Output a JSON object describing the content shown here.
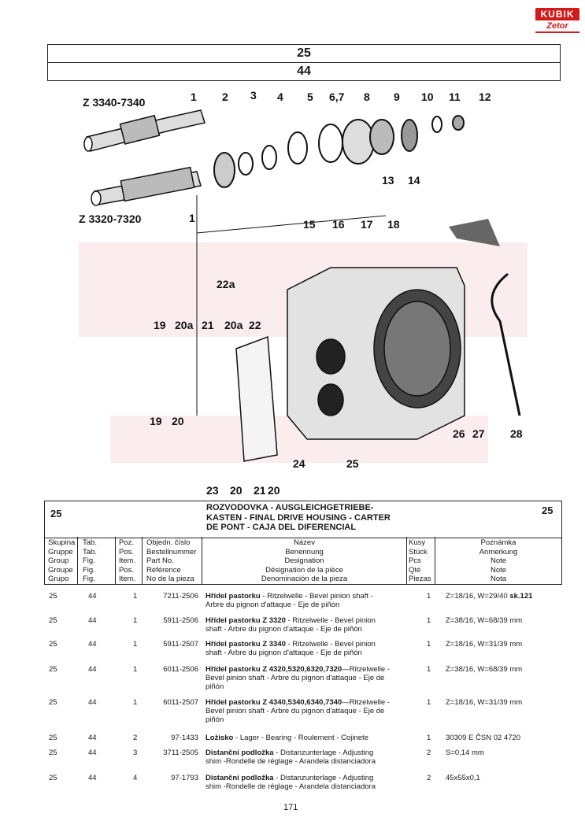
{
  "logo": {
    "top": "KUBIK",
    "bottom": "Zetor"
  },
  "header": {
    "group": "25",
    "table": "44"
  },
  "diagram": {
    "model_top": "Z 3340-7340",
    "model_bottom": "Z 3320-7320",
    "callouts": [
      "1",
      "2",
      "3",
      "4",
      "5",
      "6,7",
      "8",
      "9",
      "10",
      "11",
      "12",
      "13",
      "14",
      "15",
      "16",
      "17",
      "18",
      "22a",
      "19",
      "20a",
      "21",
      "20a",
      "22",
      "19",
      "20",
      "24",
      "25",
      "26",
      "27",
      "28",
      "23",
      "20",
      "21",
      "20",
      "1"
    ]
  },
  "section": {
    "group_left": "25",
    "group_right": "25",
    "title_lines": [
      "ROZVODOVKA - AUSGLEICHGETRIEBE-",
      "KASTEN - FINAL DRIVE HOUSING - CARTER",
      "DE PONT - CAJA DEL DIFERENCIAL"
    ]
  },
  "columns": {
    "group": [
      "Skupina",
      "Gruppe",
      "Group",
      "Groupe",
      "Grupo"
    ],
    "table": [
      "Tab.",
      "Tab.",
      "Fig.",
      "Fig.",
      "Fig."
    ],
    "pos": [
      "Poz.",
      "Pos.",
      "Item.",
      "Pos.",
      "Item."
    ],
    "part": [
      "Objedn. číslo",
      "Bestellnummer",
      "Part No.",
      "Référence",
      "No de la pieza"
    ],
    "name": [
      "Název",
      "Benennung",
      "Designation",
      "Désignation de la pièce",
      "Denominación de la pieza"
    ],
    "qty": [
      "Kusy",
      "Stück",
      "Pcs",
      "Qté",
      "Piezas"
    ],
    "note": [
      "Poznámka",
      "Anmerkung",
      "Note",
      "Note",
      "Nota"
    ]
  },
  "rows": [
    {
      "group": "25",
      "tab": "44",
      "pos": "1",
      "part": "7211-2506",
      "name_bold": "Hřídel pastorku",
      "name": " - Ritzelwelle - Bevel pinion shaft -",
      "name2": "Arbre du pignon d'attaque - Eje de piñón",
      "name3": "",
      "qty": "1",
      "note": "Z=18/16, W=29/40",
      "note_bold": "sk.121"
    },
    {
      "group": "25",
      "tab": "44",
      "pos": "1",
      "part": "5911-2506",
      "name_bold": "Hřídel pastorku Z 3320",
      "name": " - Ritzelwelle - Bevel pinion",
      "name2": "shaft - Arbre du pignon d'attaque - Eje de piñón",
      "name3": "",
      "qty": "1",
      "note": "Z=38/16, W=68/39 mm",
      "note_bold": ""
    },
    {
      "group": "25",
      "tab": "44",
      "pos": "1",
      "part": "5911-2507",
      "name_bold": "Hřídel pastorku Z 3340",
      "name": " - Ritzelwelle - Bevel pinion",
      "name2": "shaft - Arbre du pignon d'attaque - Eje de piñón",
      "name3": "",
      "qty": "1",
      "note": "Z=18/16, W=31/39 mm",
      "note_bold": ""
    },
    {
      "group": "25",
      "tab": "44",
      "pos": "1",
      "part": "6011-2506",
      "name_bold": "Hřídel pastorku Z 4320,5320,6320,7320",
      "name": "—Ritzelwelle -",
      "name2": "Bevel pinion shaft - Arbre du pignon d'attaque - Eje de",
      "name3": "piñón",
      "qty": "1",
      "note": "Z=38/16, W=68/39 mm",
      "note_bold": ""
    },
    {
      "group": "25",
      "tab": "44",
      "pos": "1",
      "part": "6011-2507",
      "name_bold": "Hřídel pastorku Z 4340,5340,6340,7340",
      "name": "—Ritzelwelle -",
      "name2": "Bevel pinion shaft - Arbre du pignon d'attaque - Eje de",
      "name3": "piñón",
      "qty": "1",
      "note": "Z=18/16, W=31/39 mm",
      "note_bold": ""
    },
    {
      "group": "25",
      "tab": "44",
      "pos": "2",
      "part": "97-1433",
      "name_bold": "Ložisko",
      "name": " - Lager - Bearing - Roulement - Cojinete",
      "name2": "",
      "name3": "",
      "qty": "1",
      "note": "30309 E ČSN 02 4720",
      "note_bold": ""
    },
    {
      "group": "25",
      "tab": "44",
      "pos": "3",
      "part": "3711-2505",
      "name_bold": "Distanční podložka",
      "name": " - Distanzunterlage - Adjusting",
      "name2": "shim -Rondelle de réglage - Arandela distanciadora",
      "name3": "",
      "qty": "2",
      "note": "S=0,14 mm",
      "note_bold": ""
    },
    {
      "group": "25",
      "tab": "44",
      "pos": "4",
      "part": "97-1793",
      "name_bold": "Distanční podložka",
      "name": " - Distanzunterlage - Adjusting",
      "name2": "shim -Rondelle de réglage - Arandela distanciadora",
      "name3": "",
      "qty": "2",
      "note": "45x55x0,1",
      "note_bold": ""
    }
  ],
  "footer": {
    "page": "171"
  }
}
